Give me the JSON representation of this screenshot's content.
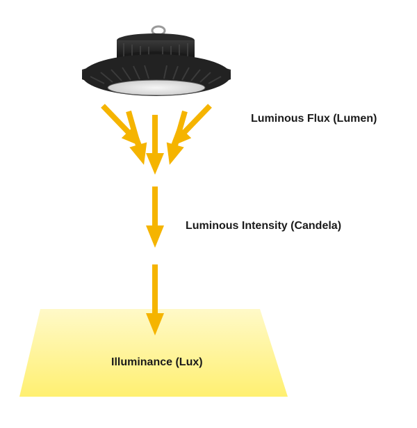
{
  "labels": {
    "luminous_flux": "Luminous Flux (Lumen)",
    "luminous_intensity": "Luminous Intensity (Candela)",
    "illuminance": "Illuminance (Lux)"
  },
  "colors": {
    "arrow": "#f5b400",
    "surface_light": "#fffbd0",
    "surface_edge": "#fff27a",
    "fixture_dark": "#1c1c1c",
    "fixture_mid": "#2f2f2f",
    "lens": "#e9e9e9"
  },
  "icons": {
    "fixture": "highbay-lamp-icon"
  }
}
